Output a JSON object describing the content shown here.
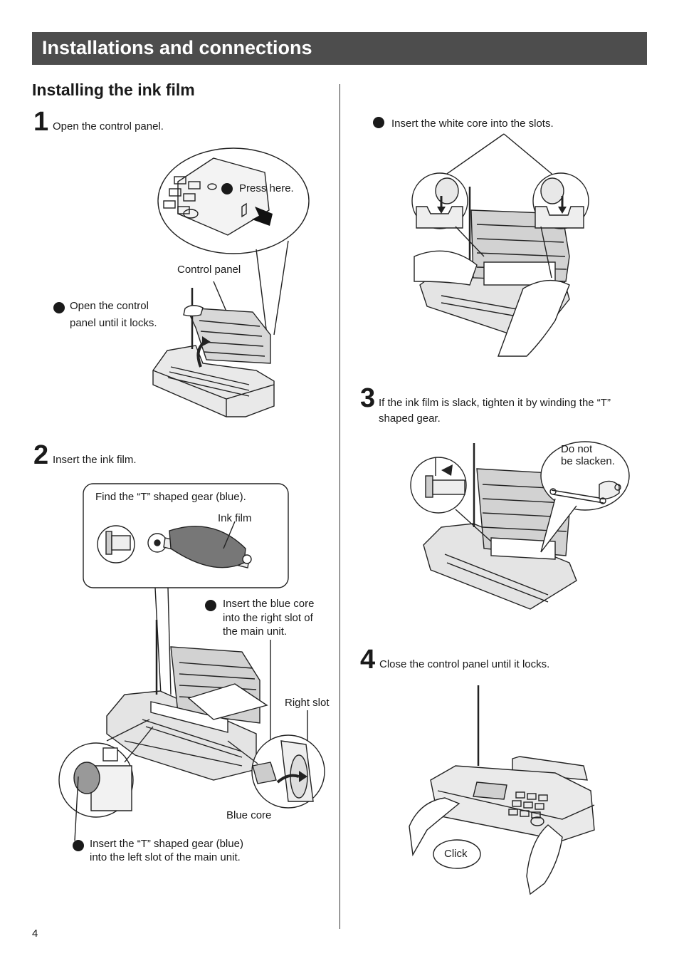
{
  "header": {
    "section_title": "Installations and connections"
  },
  "page_title": "Installing the ink film",
  "steps": {
    "s1": {
      "number": "1",
      "text": "Open the control panel.",
      "labels": {
        "press_here": "Press here.",
        "control_panel": "Control panel",
        "open_line1": "Open the control",
        "open_line2": "panel until it locks."
      }
    },
    "s2": {
      "number": "2",
      "text": "Insert the ink film.",
      "labels": {
        "find_gear": "Find the “T” shaped gear (blue).",
        "ink_film": "Ink film",
        "blue_core_line1": "Insert the blue core",
        "blue_core_line2": "into the right slot of",
        "blue_core_line3": "the main unit.",
        "right_slot": "Right slot",
        "blue_core": "Blue core",
        "gear_line1": "Insert the “T” shaped gear (blue)",
        "gear_line2": "into the left slot of the main unit."
      }
    },
    "s2b": {
      "text": "Insert the white core into the slots."
    },
    "s3": {
      "number": "3",
      "text_line1": "If the ink film is slack, tighten it by winding the “T”",
      "text_line2": "shaped gear.",
      "labels": {
        "slack_line1": "Do not",
        "slack_line2": "be slacken."
      }
    },
    "s4": {
      "number": "4",
      "text": "Close the control panel until it locks.",
      "labels": {
        "click": "Click"
      }
    }
  },
  "footer": {
    "page_number": "4"
  }
}
